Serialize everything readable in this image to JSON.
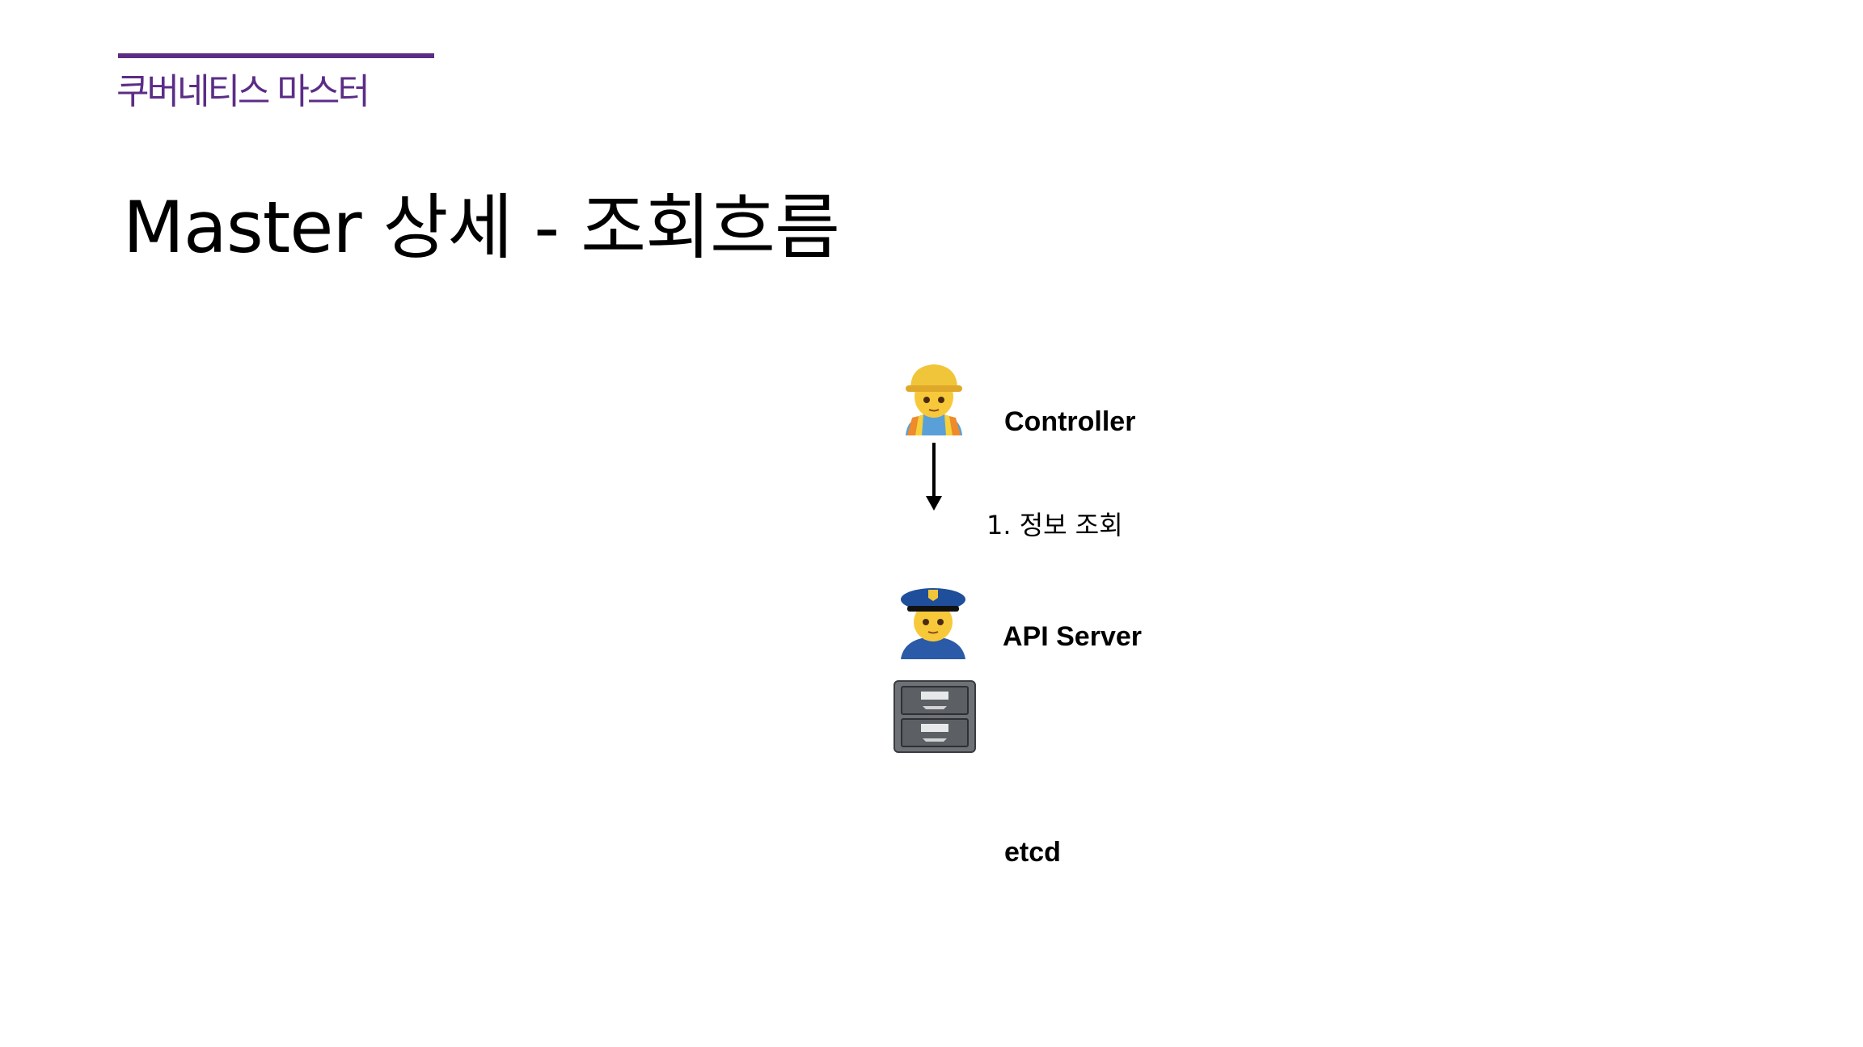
{
  "header": {
    "section": "쿠버네티스 마스터",
    "title": "Master 상세 - 조회흐름",
    "accent_color": "#5b2d86"
  },
  "diagram": {
    "nodes": [
      {
        "label": "Controller",
        "icon": "construction-worker-emoji"
      },
      {
        "label": "API Server",
        "icon": "police-officer-emoji"
      },
      {
        "label": "etcd",
        "icon": "file-cabinet-emoji"
      }
    ],
    "edges": [
      {
        "from": "Controller",
        "to": "API Server",
        "label": "1. 정보 조회"
      }
    ]
  }
}
